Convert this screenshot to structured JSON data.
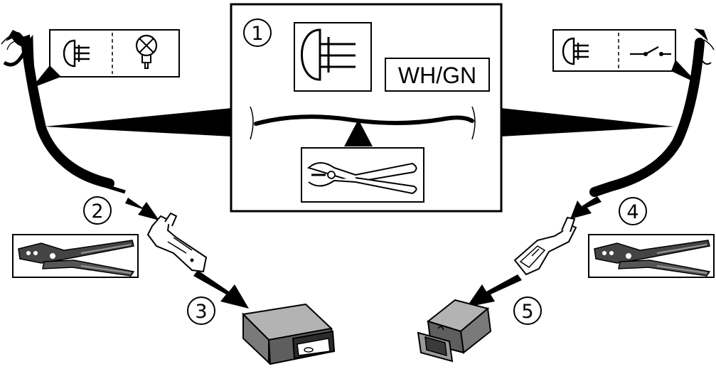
{
  "steps": {
    "step1": "1",
    "step2": "2",
    "step3": "3",
    "step4": "4",
    "step5": "5"
  },
  "wire_color_label": "WH/GN",
  "icons": {
    "fog_light": "fog-light-icon",
    "bulb": "bulb-icon",
    "switch": "switch-icon",
    "side_cutter": "side-cutter-pliers-icon",
    "crimper": "crimping-pliers-icon",
    "male_terminal": "male-blade-terminal-icon",
    "female_terminal": "female-receptacle-terminal-icon",
    "male_housing": "male-connector-housing-icon",
    "female_housing": "female-connector-housing-icon"
  },
  "colors": {
    "line": "#000000",
    "fill_light": "#ffffff",
    "housing_top": "#b3b3b3",
    "housing_side": "#7a7a7a",
    "housing_front": "#5e5e5e"
  }
}
